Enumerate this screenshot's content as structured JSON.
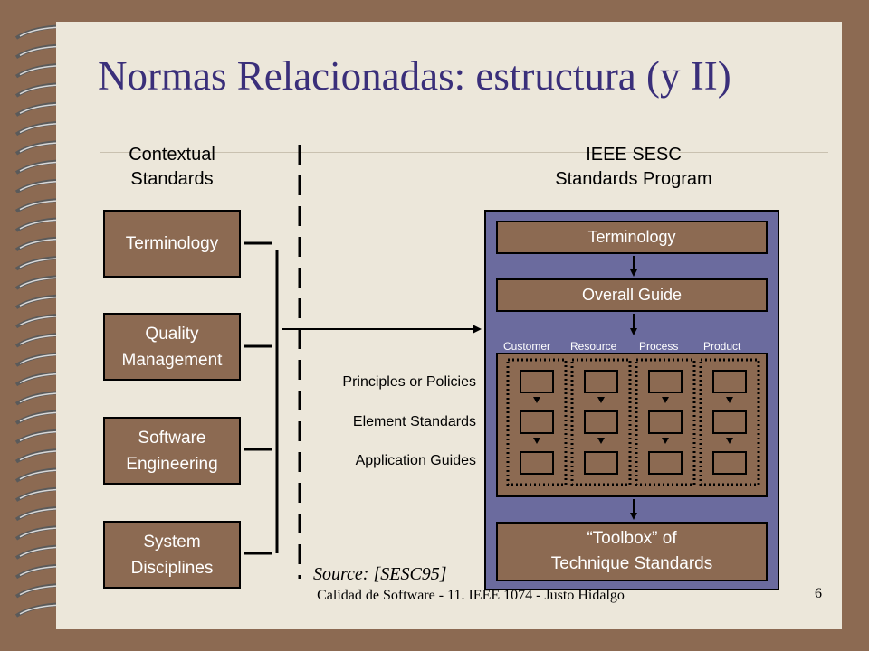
{
  "title": "Normas Relacionadas: estructura (y II)",
  "left_header": "Contextual\nStandards",
  "right_header": "IEEE SESC\nStandards Program",
  "contextual_boxes": [
    {
      "label": "Terminology"
    },
    {
      "label": "Quality\nManagement"
    },
    {
      "label": "Software\nEngineering"
    },
    {
      "label": "System\nDisciplines"
    }
  ],
  "program": {
    "terminology": "Terminology",
    "overall_guide": "Overall Guide",
    "columns": [
      "Customer",
      "Resource",
      "Process",
      "Product"
    ],
    "toolbox": "“Toolbox” of\nTechnique Standards"
  },
  "levels": [
    "Principles or Policies",
    "Element Standards",
    "Application Guides"
  ],
  "source": "Source: [SESC95]",
  "footer": "Calidad de Software - 11. IEEE 1074 - Justo Hidalgo",
  "page_number": "6",
  "colors": {
    "background": "#8c6a52",
    "slide": "#ece7da",
    "title": "#3a2f7a",
    "box": "#8c6a52",
    "panel": "#6b6b9e"
  }
}
